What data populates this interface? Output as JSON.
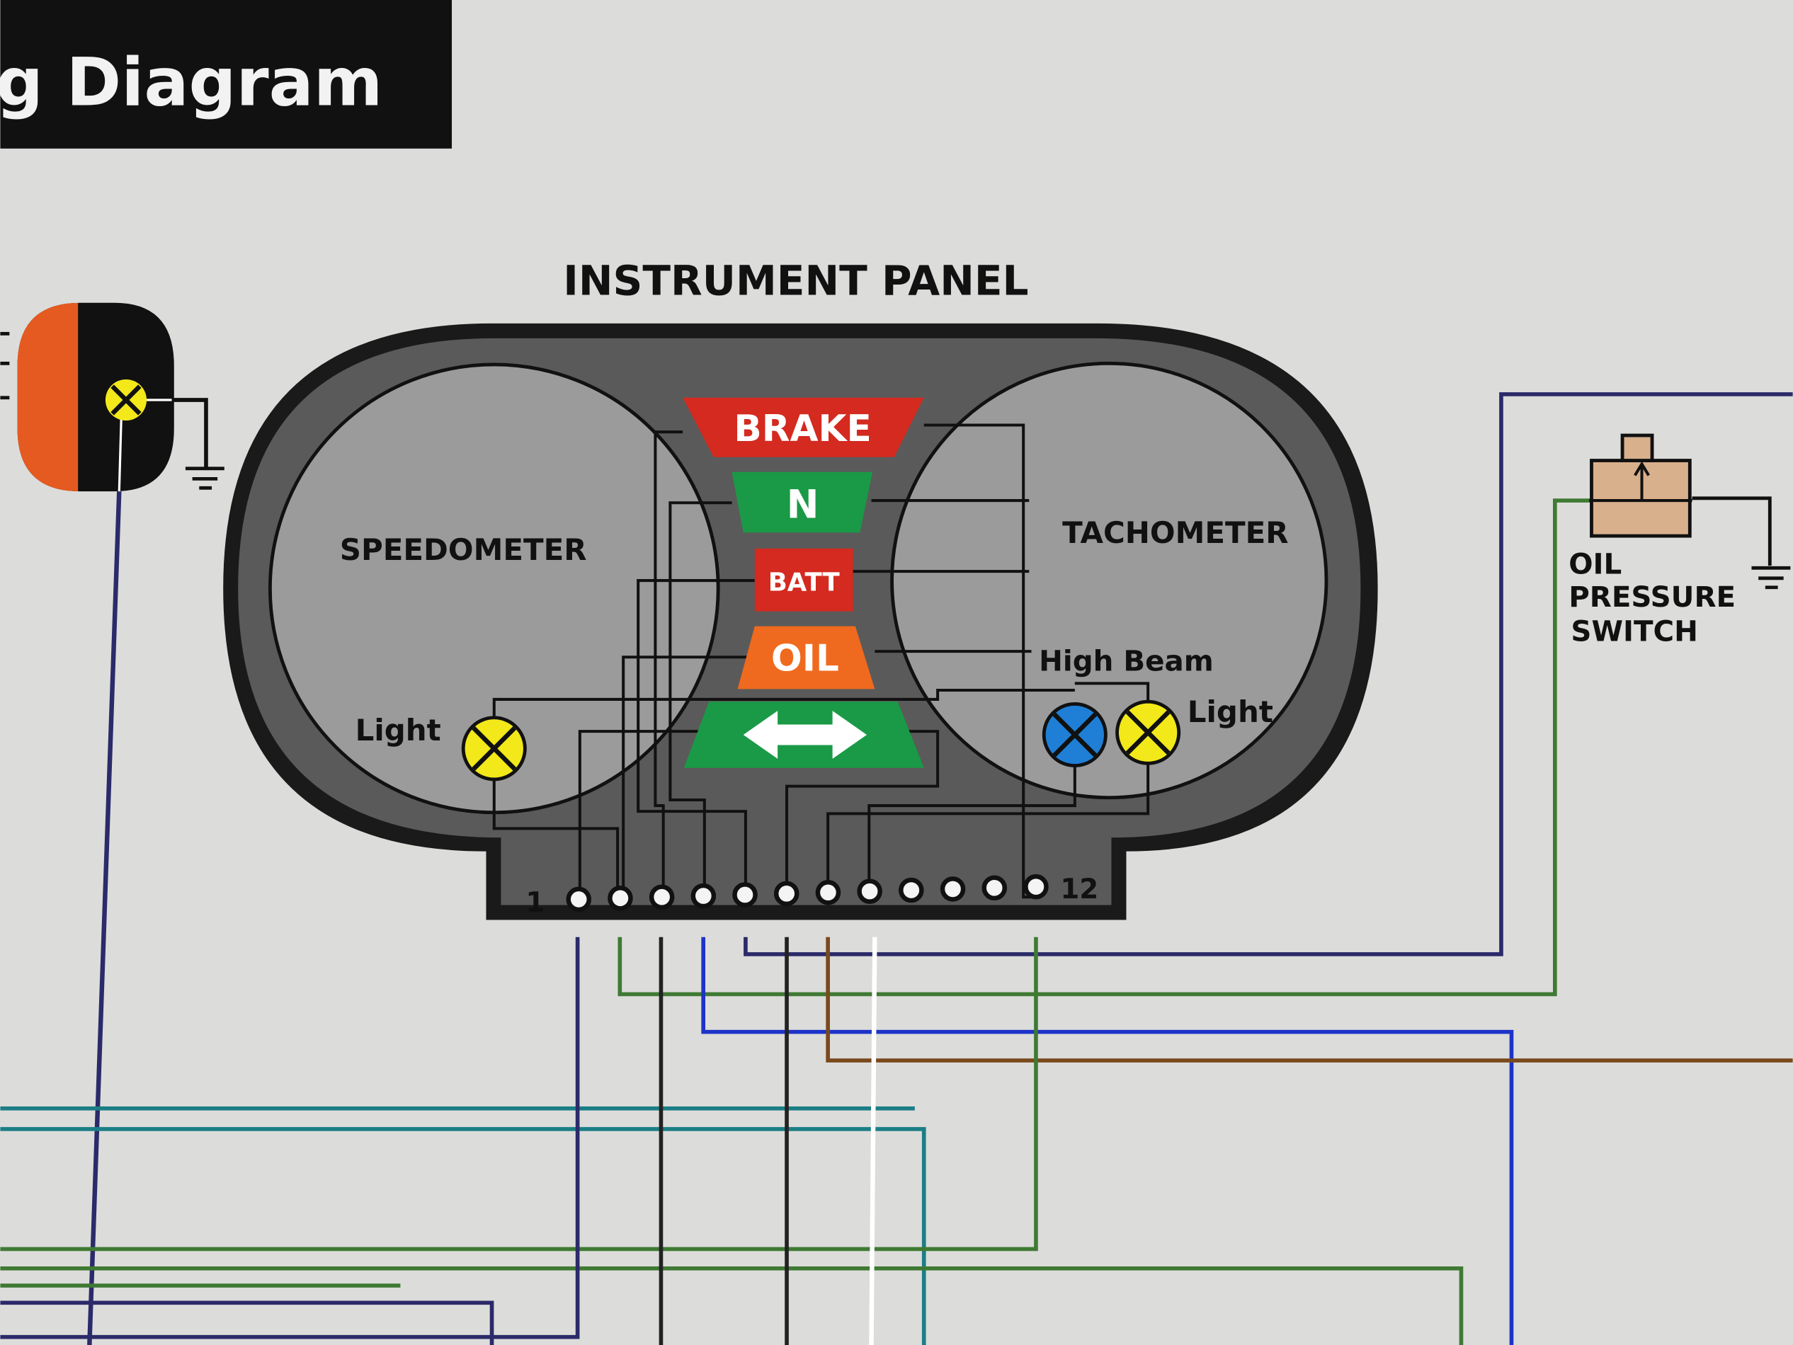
{
  "header": {
    "title": "g Diagram"
  },
  "panel": {
    "title": "INSTRUMENT PANEL",
    "speedometer": "SPEEDOMETER",
    "tachometer": "TACHOMETER",
    "indicators": {
      "brake": "BRAKE",
      "neutral": "N",
      "battery": "BATT",
      "oil": "OIL",
      "turn_icon": "double-arrow-icon"
    },
    "left_light": "Light",
    "high_beam": "High Beam",
    "right_light": "Light",
    "terminal_first": "1",
    "terminal_last": "12",
    "terminal_count": 12
  },
  "oil_switch": {
    "line1": "OIL",
    "line2": "PRESSURE",
    "line3": "SWITCH"
  },
  "colors": {
    "background": "#dcdcda",
    "red": "#d42a1f",
    "green": "#1a9a46",
    "orange": "#ef6a1e",
    "yellow": "#f2e81a",
    "blue": "#1f7fd6",
    "wire_blue": "#1d33c8",
    "wire_green": "#3f7a33",
    "wire_teal": "#1b7e86",
    "wire_brown": "#7a4a1c",
    "wire_navy": "#2b2a6a"
  }
}
